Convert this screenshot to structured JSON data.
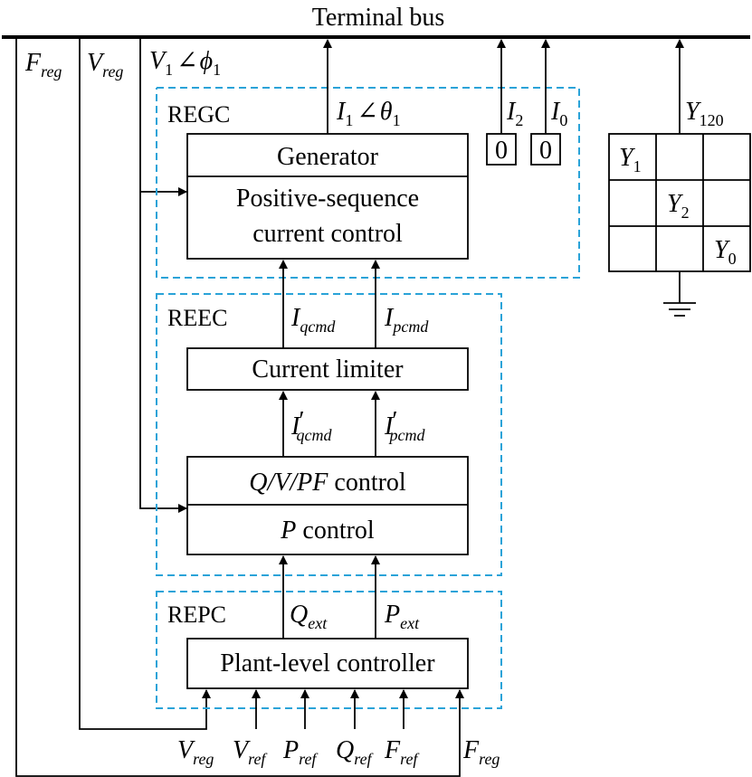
{
  "terminal_bus": "Terminal bus",
  "blocks": {
    "regc": "REGC",
    "reec": "REEC",
    "repc": "REPC",
    "generator": "Generator",
    "pos_seq_1": "Positive-sequence",
    "pos_seq_2": "current control",
    "current_limiter": "Current limiter",
    "qvpf_control": " control",
    "p_control": " control",
    "plant_controller": "Plant-level controller"
  },
  "symbols": {
    "F": "F",
    "V": "V",
    "I": "I",
    "Y": "Y",
    "Q": "Q",
    "P": "P",
    "reg": "reg",
    "ref": "ref",
    "ext": "ext",
    "qcmd": "qcmd",
    "pcmd": "pcmd",
    "one": "1",
    "two": "2",
    "zero": "0",
    "y120": "120",
    "angle": "∠",
    "phi": "ϕ",
    "theta": "θ",
    "prime": "′",
    "qvpf": "Q/V/PF"
  },
  "zero_blocks": [
    "0",
    "0"
  ]
}
